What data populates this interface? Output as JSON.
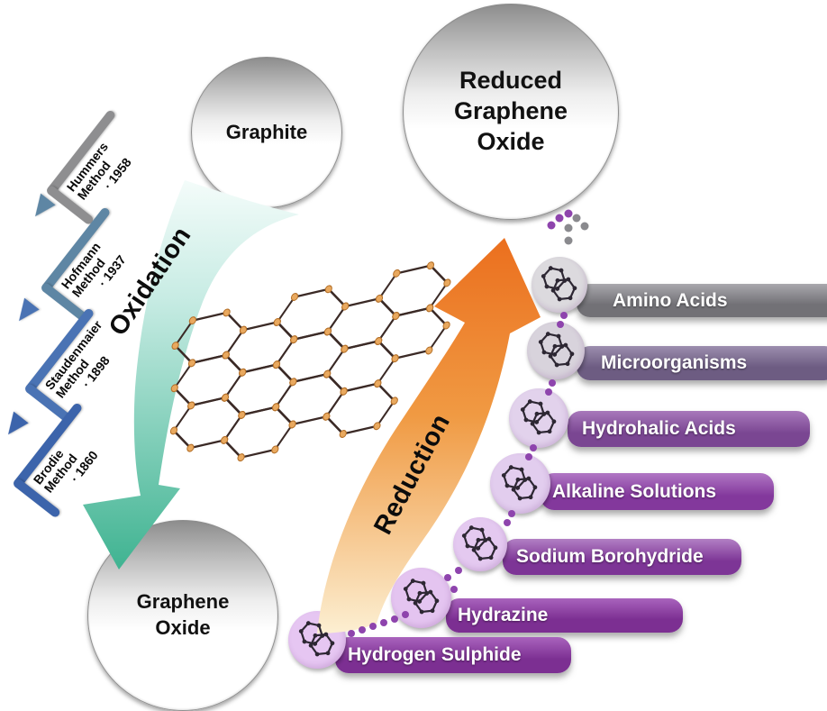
{
  "figure": {
    "description": "Graphene oxide synthesis and reduction scheme"
  },
  "colors": {
    "accent_purple": "#8e44ad",
    "dot_gray": "#8a8a8e",
    "oxidation_teal": "#3fb391",
    "reduction_orange": "#ec7423",
    "lattice_node": "#e9a95f",
    "lattice_bond": "#3b2a26"
  },
  "nodes": {
    "graphite": "Graphite",
    "reduced_graphene_oxide": "Reduced Graphene Oxide",
    "graphene_oxide": "Graphene Oxide"
  },
  "arrows": {
    "oxidation_label": "Oxidation",
    "reduction_label": "Reduction"
  },
  "timeline": {
    "items": [
      {
        "name": "Hummers Method",
        "year": "· 1958",
        "color": "#8e8e90"
      },
      {
        "name": "Hofmann Method",
        "year": "· 1937",
        "color": "#5e86a4"
      },
      {
        "name": "Staudenmaier Method",
        "year": "· 1898",
        "color": "#4a73b4"
      },
      {
        "name": "Brodie Method",
        "year": "· 1860",
        "color": "#3c64ab"
      }
    ]
  },
  "reducers": {
    "items": [
      {
        "label": "Amino Acids",
        "pill_top": "#a9a8ad",
        "pill_bottom": "#727176",
        "circle": "#dcdade"
      },
      {
        "label": "Microorganisms",
        "pill_top": "#9c8eae",
        "pill_bottom": "#6d5c82",
        "circle": "#d8d3dc"
      },
      {
        "label": "Hydrohalic Acids",
        "pill_top": "#a878bb",
        "pill_bottom": "#7a4692",
        "circle": "#e2d2ec"
      },
      {
        "label": "Alkaline Solutions",
        "pill_top": "#b076c4",
        "pill_bottom": "#83389c",
        "circle": "#e2cdee"
      },
      {
        "label": "Sodium Borohydride",
        "pill_top": "#b27fc4",
        "pill_bottom": "#7d3596",
        "circle": "#e4c9f0"
      },
      {
        "label": "Hydrazine",
        "pill_top": "#a963bd",
        "pill_bottom": "#7c2f92",
        "circle": "#e4c4f0"
      },
      {
        "label": "Hydrogen Sulphide",
        "pill_top": "#a963bd",
        "pill_bottom": "#7c2f92",
        "circle": "#e6c6f2"
      }
    ]
  }
}
